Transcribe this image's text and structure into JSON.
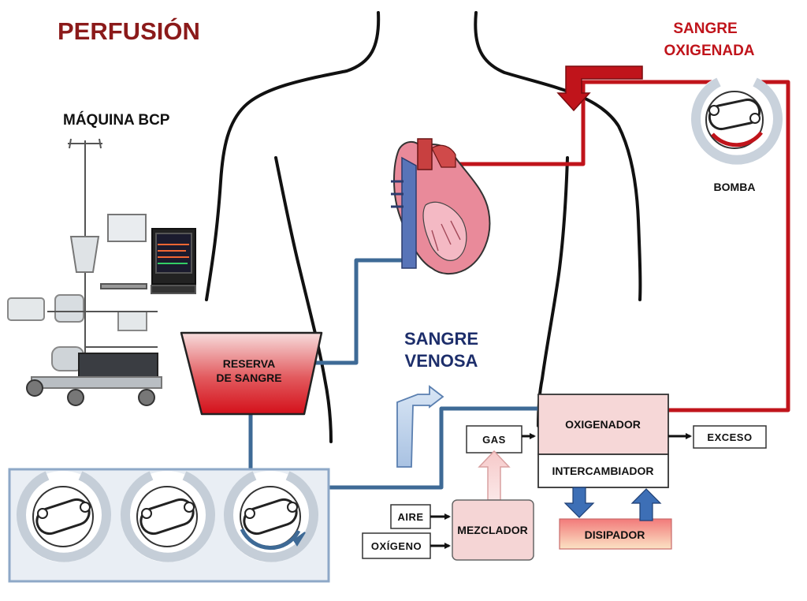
{
  "title": "PERFUSIÓN",
  "colors": {
    "oxygenated": "#c0141b",
    "venous": "#3e6a96",
    "title": "#8b1a1a",
    "venous_label": "#1d2e6b",
    "pink_box": "#f5d5d5"
  },
  "labels": {
    "machine": "MÁQUINA BCP",
    "oxygenated_blood_line1": "SANGRE",
    "oxygenated_blood_line2": "OXIGENADA",
    "pump": "BOMBA",
    "venous_blood_line1": "SANGRE",
    "venous_blood_line2": "VENOSA",
    "reservoir_line1": "RESERVA",
    "reservoir_line2": "DE SANGRE",
    "oxygenator": "OXIGENADOR",
    "exchanger": "INTERCAMBIADOR",
    "excess": "EXCESO",
    "gas": "GAS",
    "air": "AIRE",
    "oxygen": "OXÍGENO",
    "mixer": "MEZCLADOR",
    "dissipator": "DISIPADOR"
  },
  "icons": [
    "bcp-machine-icon",
    "heart-icon",
    "roller-pump-icon",
    "body-silhouette-icon"
  ]
}
